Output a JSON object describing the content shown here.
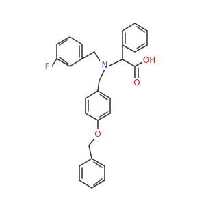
{
  "structure": {
    "atom_labels": {
      "fluorine": "F",
      "nitrogen": "N",
      "ether_oxygen": "O",
      "carbonyl_oxygen": "O",
      "hydroxyl": "OH"
    },
    "colors": {
      "bond": "#3a3a3a",
      "fluorine": "#6fa832",
      "nitrogen": "#2b3fd6",
      "oxygen": "#e0191f",
      "background": "#ffffff"
    }
  }
}
